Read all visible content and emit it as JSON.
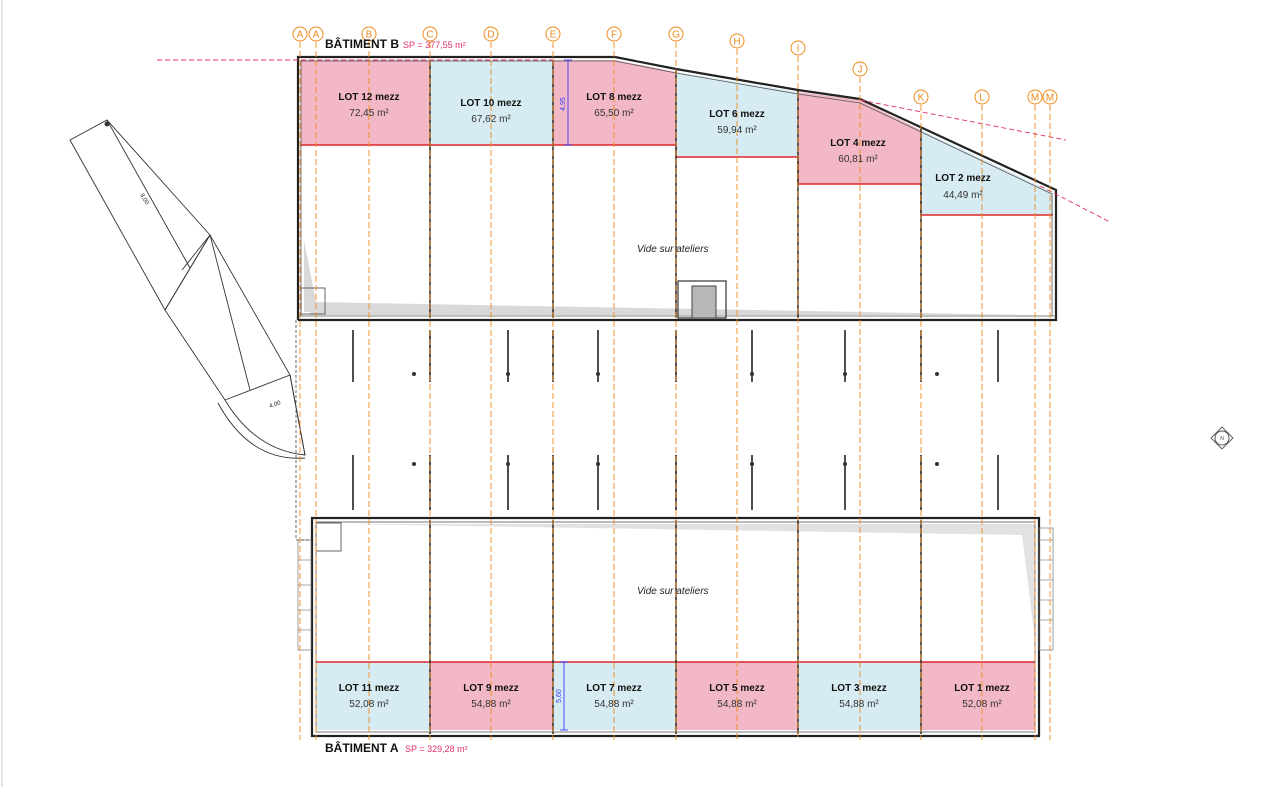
{
  "buildings": {
    "b": {
      "title": "BÂTIMENT B",
      "sp": "SP = 377,55 m²"
    },
    "a": {
      "title": "BÂTIMENT A",
      "sp": "SP = 329,28 m²"
    }
  },
  "grid_letters": [
    "A",
    "A",
    "B",
    "C",
    "D",
    "E",
    "F",
    "G",
    "H",
    "I",
    "J",
    "K",
    "L",
    "M",
    "M"
  ],
  "vide_label": "Vide sur ateliers",
  "lots_b": [
    {
      "name": "LOT 12 mezz",
      "area": "72,45 m²",
      "color": "#f2b8c6"
    },
    {
      "name": "LOT 10 mezz",
      "area": "67,62 m²",
      "color": "#d6ebf2"
    },
    {
      "name": "LOT 8 mezz",
      "area": "65,50 m²",
      "color": "#f2b8c6"
    },
    {
      "name": "LOT 6 mezz",
      "area": "59,94 m²",
      "color": "#d6ebf2"
    },
    {
      "name": "LOT 4 mezz",
      "area": "60,81 m²",
      "color": "#f2b8c6"
    },
    {
      "name": "LOT 2 mezz",
      "area": "44,49 m²",
      "color": "#d6ebf2"
    }
  ],
  "lots_a": [
    {
      "name": "LOT 11 mezz",
      "area": "52,08 m²",
      "color": "#d6ebf2"
    },
    {
      "name": "LOT 9 mezz",
      "area": "54,88 m²",
      "color": "#f2b8c6"
    },
    {
      "name": "LOT 7 mezz",
      "area": "54,88 m²",
      "color": "#d6ebf2"
    },
    {
      "name": "LOT 5 mezz",
      "area": "54,88 m²",
      "color": "#f2b8c6"
    },
    {
      "name": "LOT 3 mezz",
      "area": "54,88 m²",
      "color": "#d6ebf2"
    },
    {
      "name": "LOT 1 mezz",
      "area": "52,08 m²",
      "color": "#f2b8c6"
    }
  ],
  "dimensions": {
    "b_mezz_depth": "4,95",
    "a_mezz_depth": "5,60",
    "ramp_length": "8,00",
    "ramp_width": "4,00"
  },
  "compass": {
    "label": "N"
  },
  "colors": {
    "grid": "#f08a1a",
    "mezz_edge": "#e0262c",
    "pink": "#f2b8c6",
    "blue": "#d6ebf2",
    "limit": "#e0306c"
  }
}
